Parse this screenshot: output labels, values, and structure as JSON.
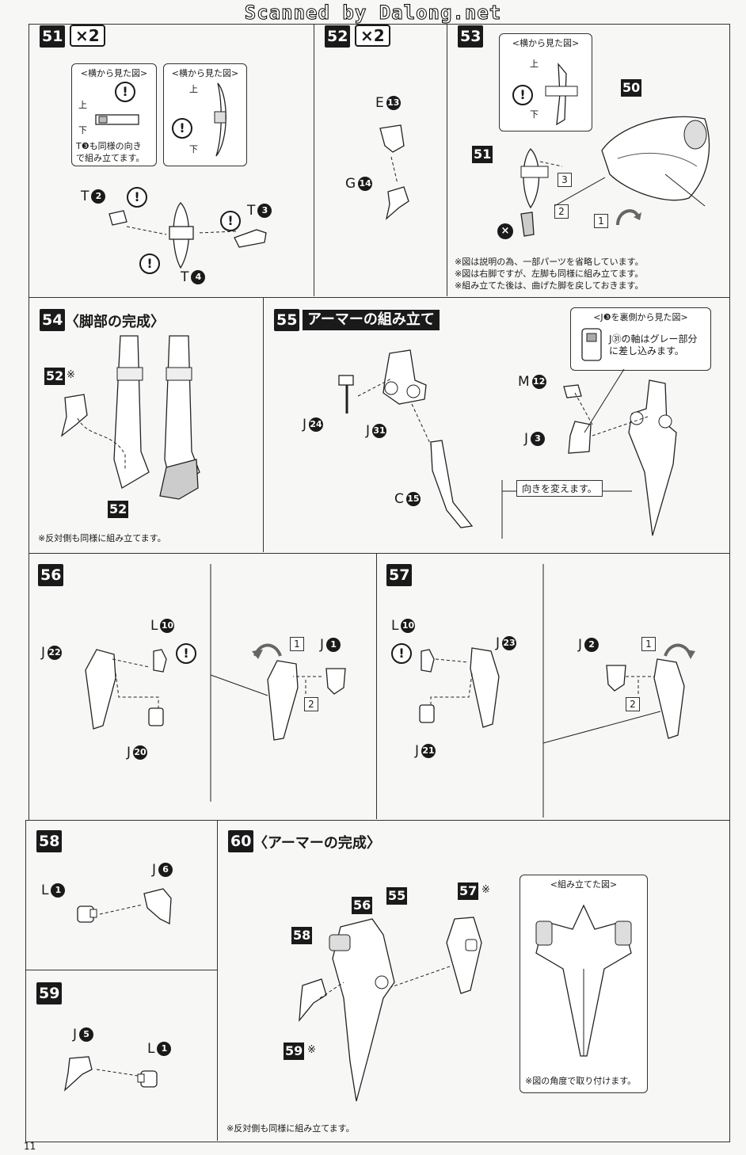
{
  "watermark": "Scanned by Dalong.net",
  "page_number": "11",
  "steps": {
    "s51": {
      "num": "51",
      "mult": "×2",
      "box1_title": "<横から見た図>",
      "box2_title": "<横から見た図>",
      "up": "上",
      "down": "下",
      "up2": "上",
      "down2": "下",
      "note": "T❸も同様の向き\nで組み立てます。",
      "parts": {
        "t2_letter": "T",
        "t2_num": "2",
        "t3_letter": "T",
        "t3_num": "3",
        "t4_letter": "T",
        "t4_num": "4"
      }
    },
    "s52": {
      "num": "52",
      "mult": "×2",
      "parts": {
        "e_letter": "E",
        "e_num": "13",
        "g_letter": "G",
        "g_num": "14"
      }
    },
    "s53": {
      "num": "53",
      "box_title": "<横から見た図>",
      "up": "上",
      "down": "下",
      "ref51": "51",
      "ref50": "50",
      "n1": "1",
      "n2": "2",
      "n3": "3",
      "x": "×",
      "notes": [
        "※図は説明の為、一部パーツを省略しています。",
        "※図は右脚ですが、左脚も同様に組み立てます。",
        "※組み立てた後は、曲げた脚を戻しておきます。"
      ]
    },
    "s54": {
      "num": "54",
      "title": "〈脚部の完成〉",
      "ref52a": "52",
      "ref52a_mark": "※",
      "ref52b": "52",
      "note": "※反対側も同様に組み立てます。"
    },
    "s55": {
      "num": "55",
      "title": "アーマーの組み立て",
      "box_title": "<J❸を裏側から見た図>",
      "box_text": "J㉛の軸はグレー部分\nに差し込みます。",
      "tag": "向きを変えます。",
      "parts": {
        "j24_letter": "J",
        "j24_num": "24",
        "j31_letter": "J",
        "j31_num": "31",
        "c15_letter": "C",
        "c15_num": "15",
        "m12_letter": "M",
        "m12_num": "12",
        "j3_letter": "J",
        "j3_num": "3"
      }
    },
    "s56": {
      "num": "56",
      "n1": "1",
      "n2": "2",
      "parts": {
        "l10_letter": "L",
        "l10_num": "10",
        "j22_letter": "J",
        "j22_num": "22",
        "j20_letter": "J",
        "j20_num": "20",
        "j1_letter": "J",
        "j1_num": "1"
      }
    },
    "s57": {
      "num": "57",
      "n1": "1",
      "n2": "2",
      "parts": {
        "l10_letter": "L",
        "l10_num": "10",
        "j23_letter": "J",
        "j23_num": "23",
        "j21_letter": "J",
        "j21_num": "21",
        "j2_letter": "J",
        "j2_num": "2"
      }
    },
    "s58": {
      "num": "58",
      "parts": {
        "l1_letter": "L",
        "l1_num": "1",
        "j6_letter": "J",
        "j6_num": "6"
      }
    },
    "s59": {
      "num": "59",
      "parts": {
        "j5_letter": "J",
        "j5_num": "5",
        "l1_letter": "L",
        "l1_num": "1"
      }
    },
    "s60": {
      "num": "60",
      "title": "〈アーマーの完成〉",
      "box_title": "<組み立てた図>",
      "box_note": "※図の角度で取り付けます。",
      "ref56": "56",
      "ref55": "55",
      "ref57": "57",
      "ref57_mark": "※",
      "ref58": "58",
      "ref59": "59",
      "ref59_mark": "※",
      "note": "※反対側も同様に組み立てます。"
    }
  }
}
